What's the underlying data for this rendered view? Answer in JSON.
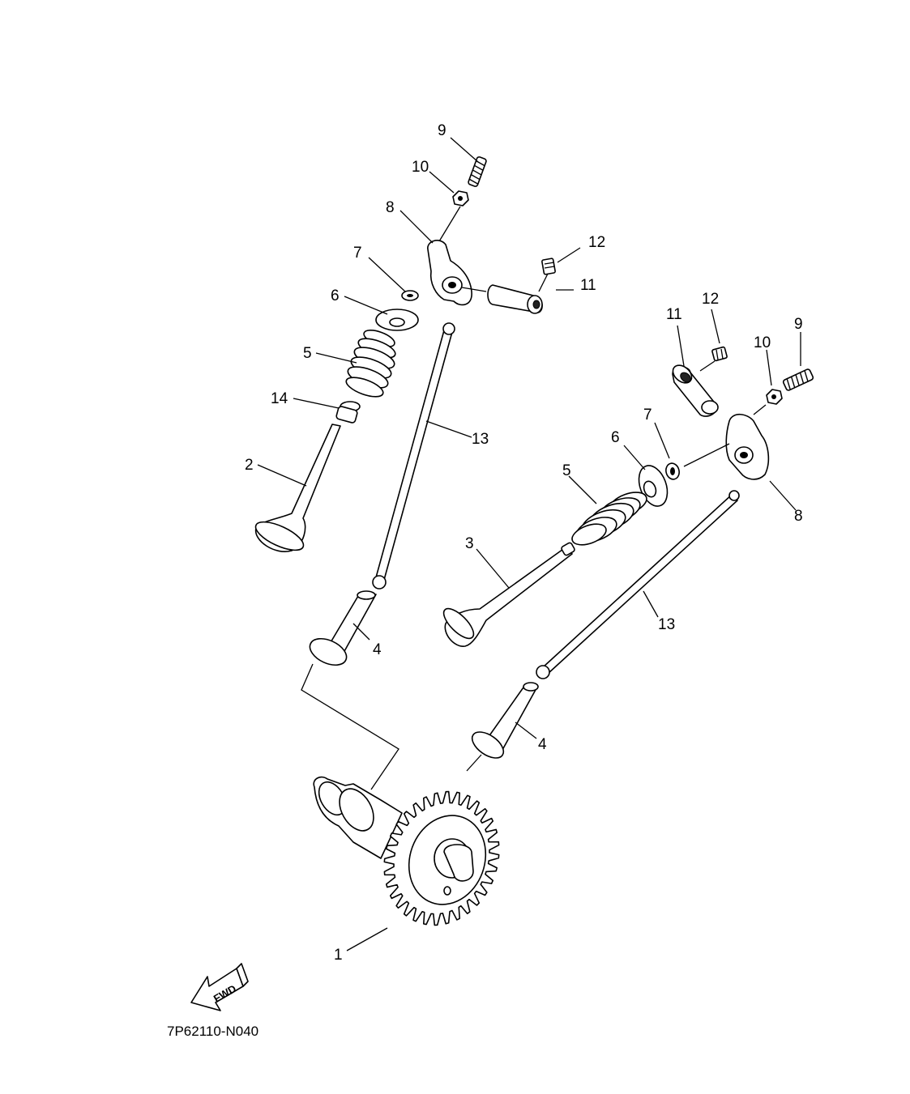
{
  "diagram": {
    "reference_code": "7P62110-N040",
    "fwd_label": "FWD",
    "callouts": {
      "c1": "1",
      "c2": "2",
      "c3": "3",
      "c4a": "4",
      "c4b": "4",
      "c5a": "5",
      "c5b": "5",
      "c6a": "6",
      "c6b": "6",
      "c7a": "7",
      "c7b": "7",
      "c8a": "8",
      "c8b": "8",
      "c9a": "9",
      "c9b": "9",
      "c10a": "10",
      "c10b": "10",
      "c11a": "11",
      "c11b": "11",
      "c12a": "12",
      "c12b": "12",
      "c13a": "13",
      "c13b": "13",
      "c14": "14"
    }
  }
}
